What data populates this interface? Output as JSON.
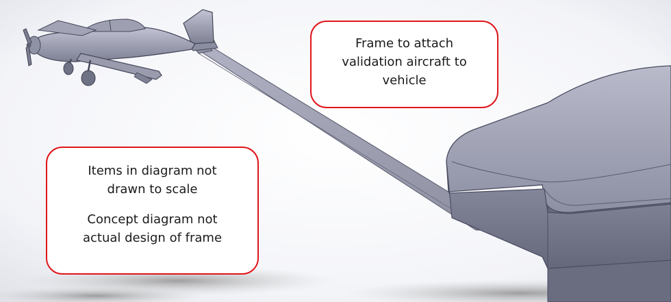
{
  "callouts": {
    "frame": {
      "lines": [
        "Frame to attach",
        "validation aircraft to",
        "vehicle"
      ]
    },
    "notes": {
      "line1": [
        "Items in diagram not",
        "drawn to scale"
      ],
      "line2": [
        "Concept diagram not",
        "actual design of frame"
      ]
    }
  },
  "colors": {
    "callout_border": "#e0151b",
    "model_gray": "#a9abbd",
    "model_dark": "#6d6f82",
    "background": "#ffffff"
  },
  "icons": {
    "aircraft": "airplane-icon",
    "vehicle": "vehicle-icon",
    "frame": "frame-beam-icon"
  }
}
